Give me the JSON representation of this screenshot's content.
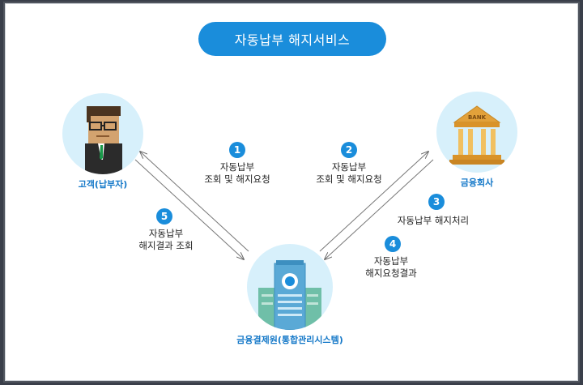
{
  "title": "자동납부 해지서비스",
  "nodes": {
    "customer": {
      "label": "고객(납부자)"
    },
    "bank": {
      "label": "금융회사",
      "sign": "BANK"
    },
    "center": {
      "label": "금융결제원(통합관리시스템)"
    }
  },
  "steps": [
    {
      "num": "1",
      "line1": "자동납부",
      "line2": "조회 및 해지요청"
    },
    {
      "num": "2",
      "line1": "자동납부",
      "line2": "조회 및 해지요청"
    },
    {
      "num": "3",
      "line1": "자동납부 해지처리"
    },
    {
      "num": "4",
      "line1": "자동납부",
      "line2": "해지요청결과"
    },
    {
      "num": "5",
      "line1": "자동납부",
      "line2": "해지결과 조회"
    }
  ],
  "colors": {
    "accent": "#1a8ddb",
    "label": "#1478c8",
    "circle": "#d7f0fb"
  }
}
